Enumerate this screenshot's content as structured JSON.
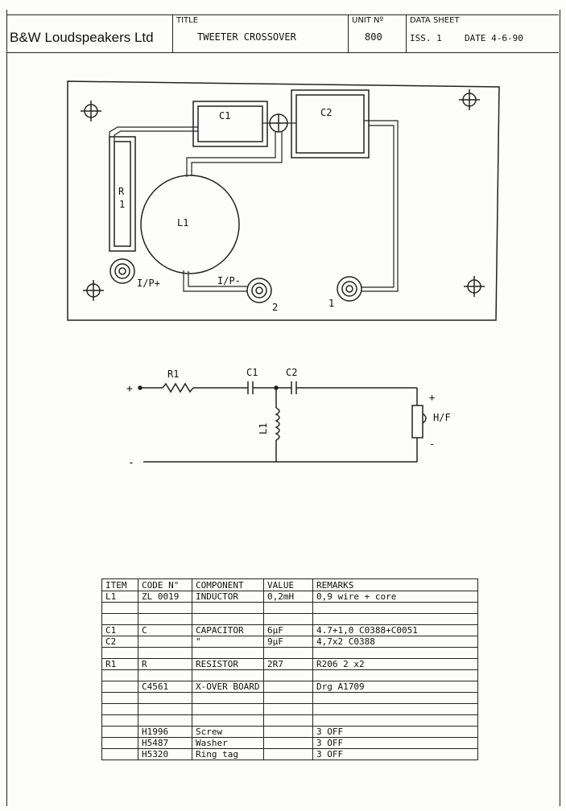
{
  "header": {
    "company": "B&W Loudspeakers Ltd",
    "title_label": "TITLE",
    "title": "TWEETER CROSSOVER",
    "unit_label": "UNIT Nº",
    "unit": "800",
    "datasheet_label": "DATA SHEET",
    "issue": "ISS. 1",
    "date": "DATE 4-6-90"
  },
  "pcb": {
    "c1": "C1",
    "c2": "C2",
    "r1_a": "R",
    "r1_b": "1",
    "l1": "L1",
    "ip_plus": "I/P+",
    "ip_minus": "I/P-",
    "pin2": "2",
    "pin1": "1"
  },
  "schematic": {
    "r1": "R1",
    "c1": "C1",
    "c2": "C2",
    "l1": "L1",
    "plus_in": "+",
    "minus_in": "-",
    "hf": "H/F",
    "hf_plus": "+",
    "hf_minus": "-"
  },
  "bom": {
    "headers": [
      "ITEM",
      "CODE N°",
      "COMPONENT",
      "VALUE",
      "REMARKS"
    ],
    "rows": [
      [
        "L1",
        "ZL 0019",
        "INDUCTOR",
        "0,2mH",
        "0,9 wire + core"
      ],
      [
        "",
        "",
        "",
        "",
        ""
      ],
      [
        "",
        "",
        "",
        "",
        ""
      ],
      [
        "C1",
        "C",
        "CAPACITOR",
        "6µF",
        "4.7+1,0 C0388+C0051"
      ],
      [
        "C2",
        "",
        "\"",
        "9µF",
        "4,7x2 C0388"
      ],
      [
        "",
        "",
        "",
        "",
        ""
      ],
      [
        "R1",
        "R",
        "RESISTOR",
        "2R7",
        "R206 2 x2"
      ],
      [
        "",
        "",
        "",
        "",
        ""
      ],
      [
        "",
        "C4561",
        "X-OVER BOARD",
        "",
        "Drg A1709"
      ],
      [
        "",
        "",
        "",
        "",
        ""
      ],
      [
        "",
        "",
        "",
        "",
        ""
      ],
      [
        "",
        "",
        "",
        "",
        ""
      ],
      [
        "",
        "H1996",
        "Screw",
        "",
        "3 OFF"
      ],
      [
        "",
        "H5487",
        "Washer",
        "",
        "3 OFF"
      ],
      [
        "",
        "H5320",
        "Ring tag",
        "",
        "3 OFF"
      ]
    ]
  }
}
